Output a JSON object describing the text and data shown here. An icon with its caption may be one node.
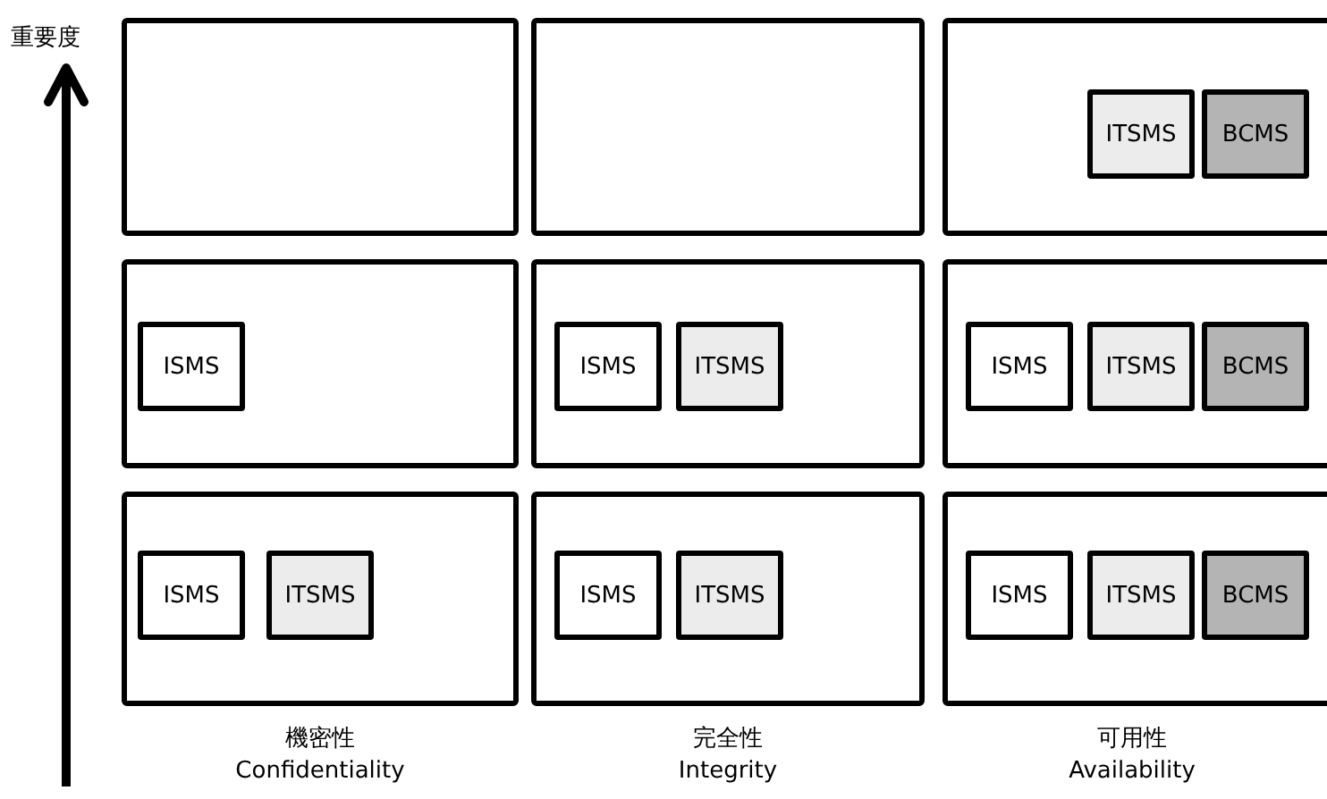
{
  "diagram": {
    "nodes": [
      {
        "text": [],
        "shape": "box"
      },
      {
        "text": [],
        "shape": "box"
      },
      {
        "text": [],
        "shape": "box"
      },
      {
        "text": [
          "ITSMS"
        ],
        "in": 2
      },
      {
        "text": [
          "BCMS"
        ],
        "in": 2
      },
      {
        "text": [],
        "shape": "box"
      },
      {
        "text": [
          "ISMS"
        ],
        "in": 5
      },
      {
        "text": [],
        "shape": "box"
      },
      {
        "text": [
          "ISMS"
        ],
        "in": 7
      },
      {
        "text": [
          "ITSMS"
        ],
        "in": 7
      },
      {
        "text": [],
        "shape": "box"
      },
      {
        "text": [
          "ISMS"
        ],
        "in": 10
      },
      {
        "text": [
          "ITSMS"
        ],
        "in": 10
      },
      {
        "text": [
          "BCMS"
        ],
        "in": 10
      },
      {
        "text": [],
        "shape": "box"
      },
      {
        "text": [
          "ISMS"
        ],
        "in": 14
      },
      {
        "text": [
          "ITSMS"
        ],
        "in": 14
      },
      {
        "text": [],
        "shape": "box"
      },
      {
        "text": [
          "ISMS"
        ],
        "in": 17
      },
      {
        "text": [
          "ITSMS"
        ],
        "in": 17
      },
      {
        "text": [],
        "shape": "box"
      },
      {
        "text": [
          "ISMS"
        ],
        "in": 20
      },
      {
        "text": [
          "ITSMS"
        ],
        "in": 20
      },
      {
        "text": [
          "BCMS"
        ],
        "in": 20
      }
    ],
    "labels": [
      "重要度",
      "機密性",
      "Confidentiality",
      "完全性",
      "Integrity",
      "可用性",
      "Availability"
    ]
  }
}
